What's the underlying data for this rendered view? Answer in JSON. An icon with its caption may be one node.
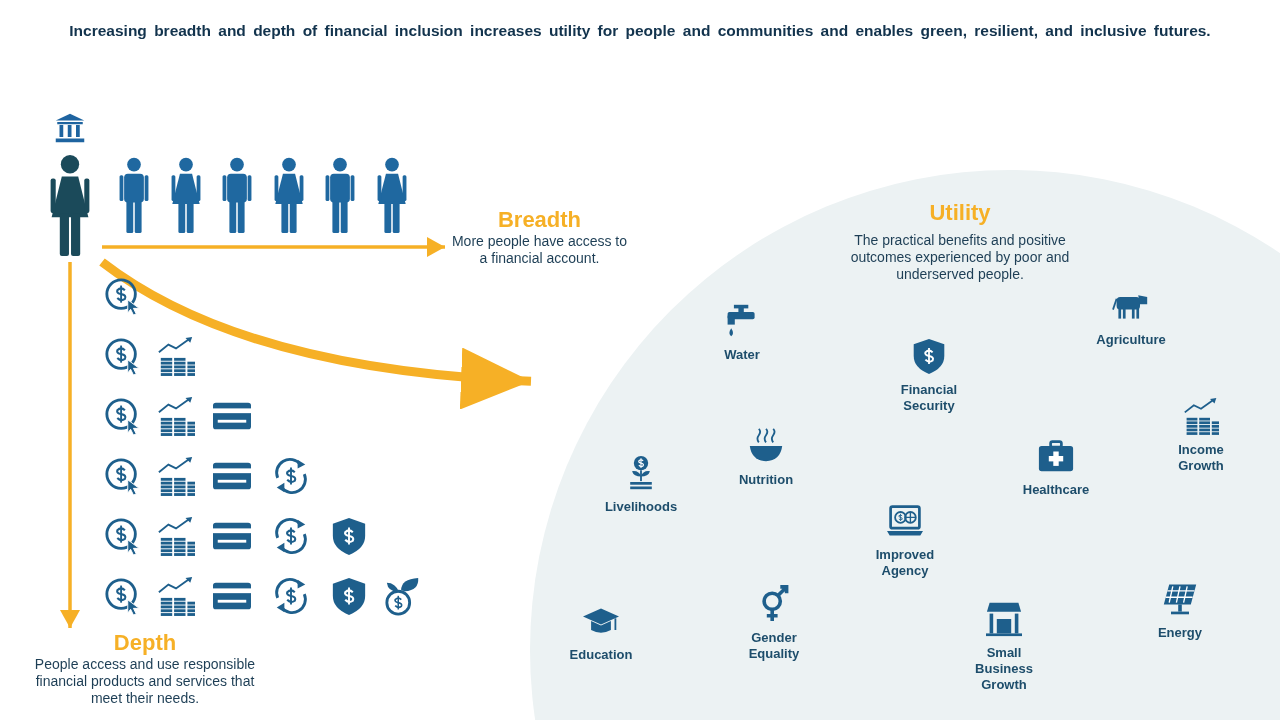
{
  "diagram": {
    "title": "Increasing breadth and depth of financial inclusion increases utility for people and communities and enables green, resilient, and inclusive futures.",
    "nodes": [
      {
        "text": [],
        "shape": "person"
      },
      {
        "text": [
          "Breadth",
          "More people have access to a financial account."
        ]
      },
      {
        "text": [
          "Depth",
          "People access and use responsible financial products and services that meet their needs."
        ]
      },
      {
        "text": [
          "Utility",
          "The practical benefits and positive outcomes experienced by poor and underserved people."
        ]
      },
      {
        "text": [
          "Water"
        ],
        "in": 3
      },
      {
        "text": [
          "Financial Security"
        ],
        "in": 3
      },
      {
        "text": [
          "Agriculture"
        ],
        "in": 3
      },
      {
        "text": [
          "Income Growth"
        ],
        "in": 3
      },
      {
        "text": [
          "Livelihoods"
        ],
        "in": 3
      },
      {
        "text": [
          "Nutrition"
        ],
        "in": 3
      },
      {
        "text": [
          "Healthcare"
        ],
        "in": 3
      },
      {
        "text": [
          "Improved Agency"
        ],
        "in": 3
      },
      {
        "text": [
          "Education"
        ],
        "in": 3
      },
      {
        "text": [
          "Gender Equality"
        ],
        "in": 3
      },
      {
        "text": [
          "Small Business Growth"
        ],
        "in": 3
      },
      {
        "text": [
          "Energy"
        ],
        "in": 3
      }
    ],
    "edges": [
      {
        "from": 0,
        "to": 1,
        "arrow": "to"
      },
      {
        "from": 0,
        "to": 2,
        "arrow": "to"
      },
      {
        "from": 0,
        "to": 3,
        "arrow": "to",
        "style": "thick"
      }
    ]
  }
}
